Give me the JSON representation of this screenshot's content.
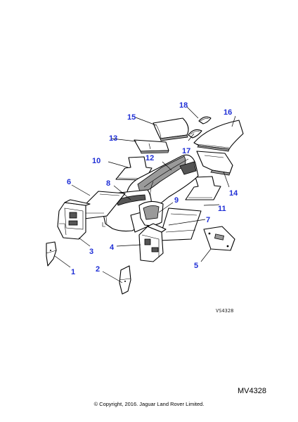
{
  "diagram": {
    "drawing_code": "VS4328",
    "reference": "MV4328",
    "copyright": "© Copyright, 2016. Jaguar Land Rover Limited.",
    "colors": {
      "callout": "#1f2fd6",
      "line": "#000000",
      "shade": "#9a9a9a"
    },
    "callouts": {
      "c1": "1",
      "c2": "2",
      "c3": "3",
      "c4": "4",
      "c5": "5",
      "c6": "6",
      "c7": "7",
      "c8": "8",
      "c9": "9",
      "c10": "10",
      "c11": "11",
      "c12": "12",
      "c13": "13",
      "c14": "14",
      "c15": "15",
      "c16": "16",
      "c17": "17",
      "c18": "18"
    }
  }
}
